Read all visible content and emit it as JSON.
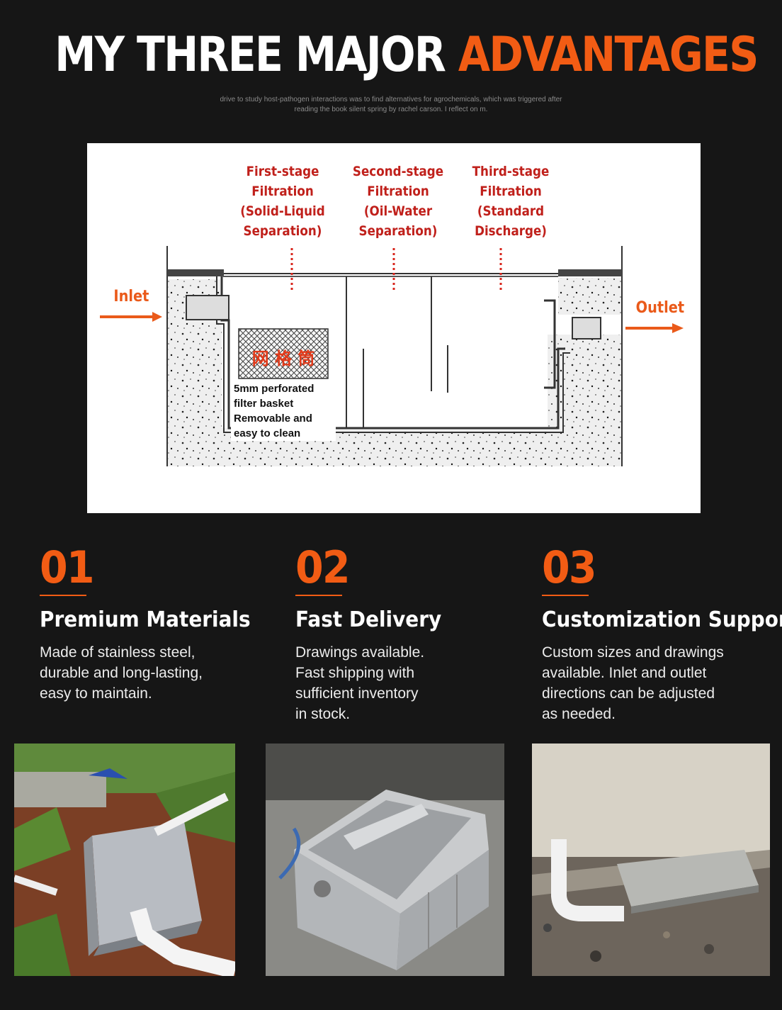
{
  "header": {
    "title_part1": "MY THREE MAJOR",
    "title_part2": "ADVANTAGES",
    "subtitle_line1": "drive to study host-pathogen interactions was to find alternatives for agrochemicals, which was triggered after",
    "subtitle_line2": "reading the book silent spring by rachel carson. I reflect on m."
  },
  "diagram": {
    "stages": [
      {
        "lines": [
          "First-stage",
          "Filtration",
          "(Solid-Liquid",
          "Separation)"
        ]
      },
      {
        "lines": [
          "Second-stage",
          "Filtration",
          "(Oil-Water",
          "Separation)"
        ]
      },
      {
        "lines": [
          "Third-stage",
          "Filtration",
          "(Standard",
          "Discharge)"
        ]
      }
    ],
    "inlet": "Inlet",
    "outlet": "Outlet",
    "basket_note": [
      "5mm perforated",
      "filter basket",
      "Removable and",
      "easy to clean"
    ],
    "accent_color": "#ea5a1a",
    "label_color": "#c0201b"
  },
  "advantages": [
    {
      "number": "01",
      "heading": "Premium Materials",
      "description": [
        "Made of stainless steel,",
        "durable and long-lasting,",
        "easy to maintain."
      ]
    },
    {
      "number": "02",
      "heading": "Fast Delivery",
      "description": [
        "Drawings available.",
        "Fast shipping with",
        "sufficient inventory",
        "in stock."
      ]
    },
    {
      "number": "03",
      "heading": "Customization Support",
      "description": [
        "Custom sizes and drawings",
        "available. Inlet and outlet",
        "directions can be adjusted",
        "as needed."
      ]
    }
  ],
  "photos": [
    {
      "subject": "Stainless grease trap installed outdoors with PVC pipe"
    },
    {
      "subject": "Open stainless steel grease trap on workshop floor"
    },
    {
      "subject": "Grease trap lid installed in floor with white elbow pipe"
    }
  ],
  "colors": {
    "background": "#161616",
    "accent": "#f25c14"
  }
}
